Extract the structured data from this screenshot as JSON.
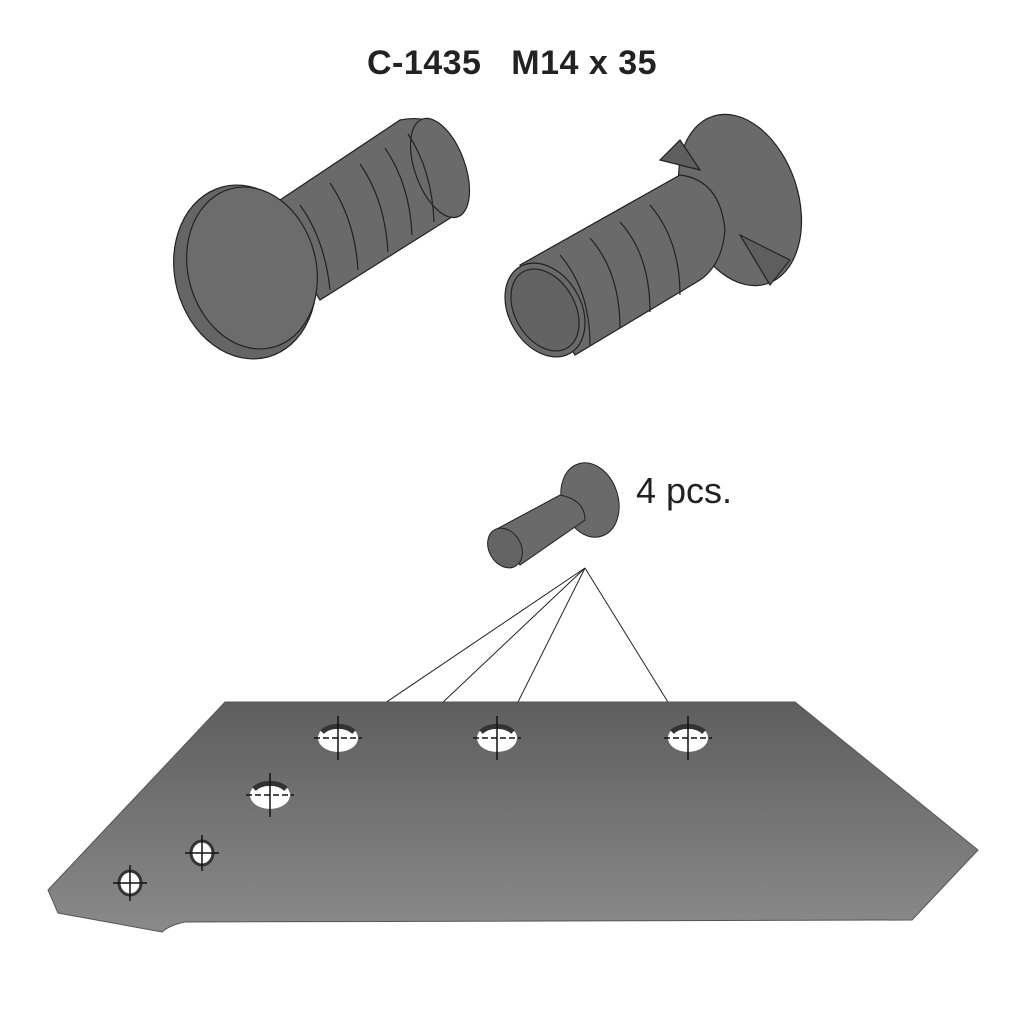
{
  "title": {
    "part_number": "C-1435",
    "size": "M14 x 35",
    "full": "C-1435   M14 x 35"
  },
  "callout": {
    "quantity_label": "4 pcs."
  },
  "diagram": {
    "bolt_color": "#6a6a6a",
    "plate_color_top": "#5e5e5e",
    "plate_color_bottom": "#8a8a8a",
    "outline_color": "#222222",
    "bolt_views": [
      "bolt-head-front-view",
      "bolt-thread-front-view"
    ],
    "mounting_holes_total": 6,
    "mounting_holes_targeted": 4
  }
}
